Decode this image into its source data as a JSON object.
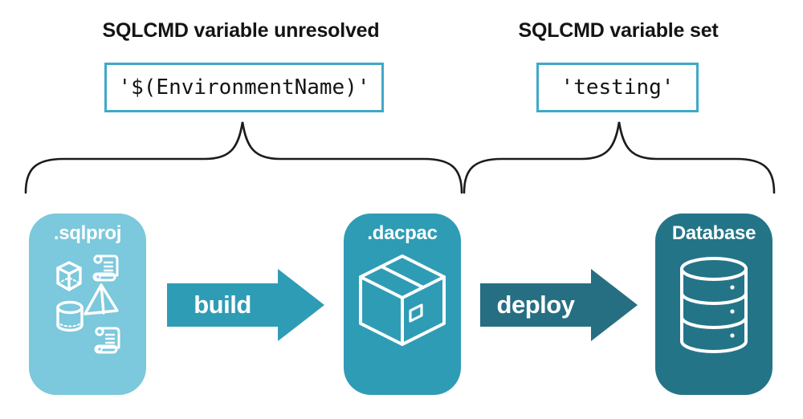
{
  "left_group": {
    "heading": "SQLCMD variable unresolved",
    "code": "'$(EnvironmentName)'"
  },
  "right_group": {
    "heading": "SQLCMD variable set",
    "code": "'testing'"
  },
  "pipeline": {
    "source": {
      "label": ".sqlproj",
      "icons": [
        "cube-icon",
        "script-scroll-icon",
        "pyramid-icon",
        "cylinder-icon",
        "script-scroll-icon"
      ]
    },
    "build": {
      "label": "build"
    },
    "artifact": {
      "label": ".dacpac",
      "icons": [
        "package-box-icon"
      ]
    },
    "deploy": {
      "label": "deploy"
    },
    "target": {
      "label": "Database",
      "icons": [
        "database-cylinder-icon"
      ]
    }
  },
  "colors": {
    "sqlproj_card": "#7cc8dc",
    "dacpac_card": "#2f9cb5",
    "database_card": "#247488",
    "build_arrow": "#2f9cb5",
    "deploy_arrow": "#266f83",
    "code_box_border": "#3fa9c8",
    "brace": "#1c1c1c",
    "heading_text": "#141414",
    "code_text": "#141414",
    "card_label": "#ffffff",
    "icon_stroke": "#ffffff",
    "background": "#ffffff"
  }
}
